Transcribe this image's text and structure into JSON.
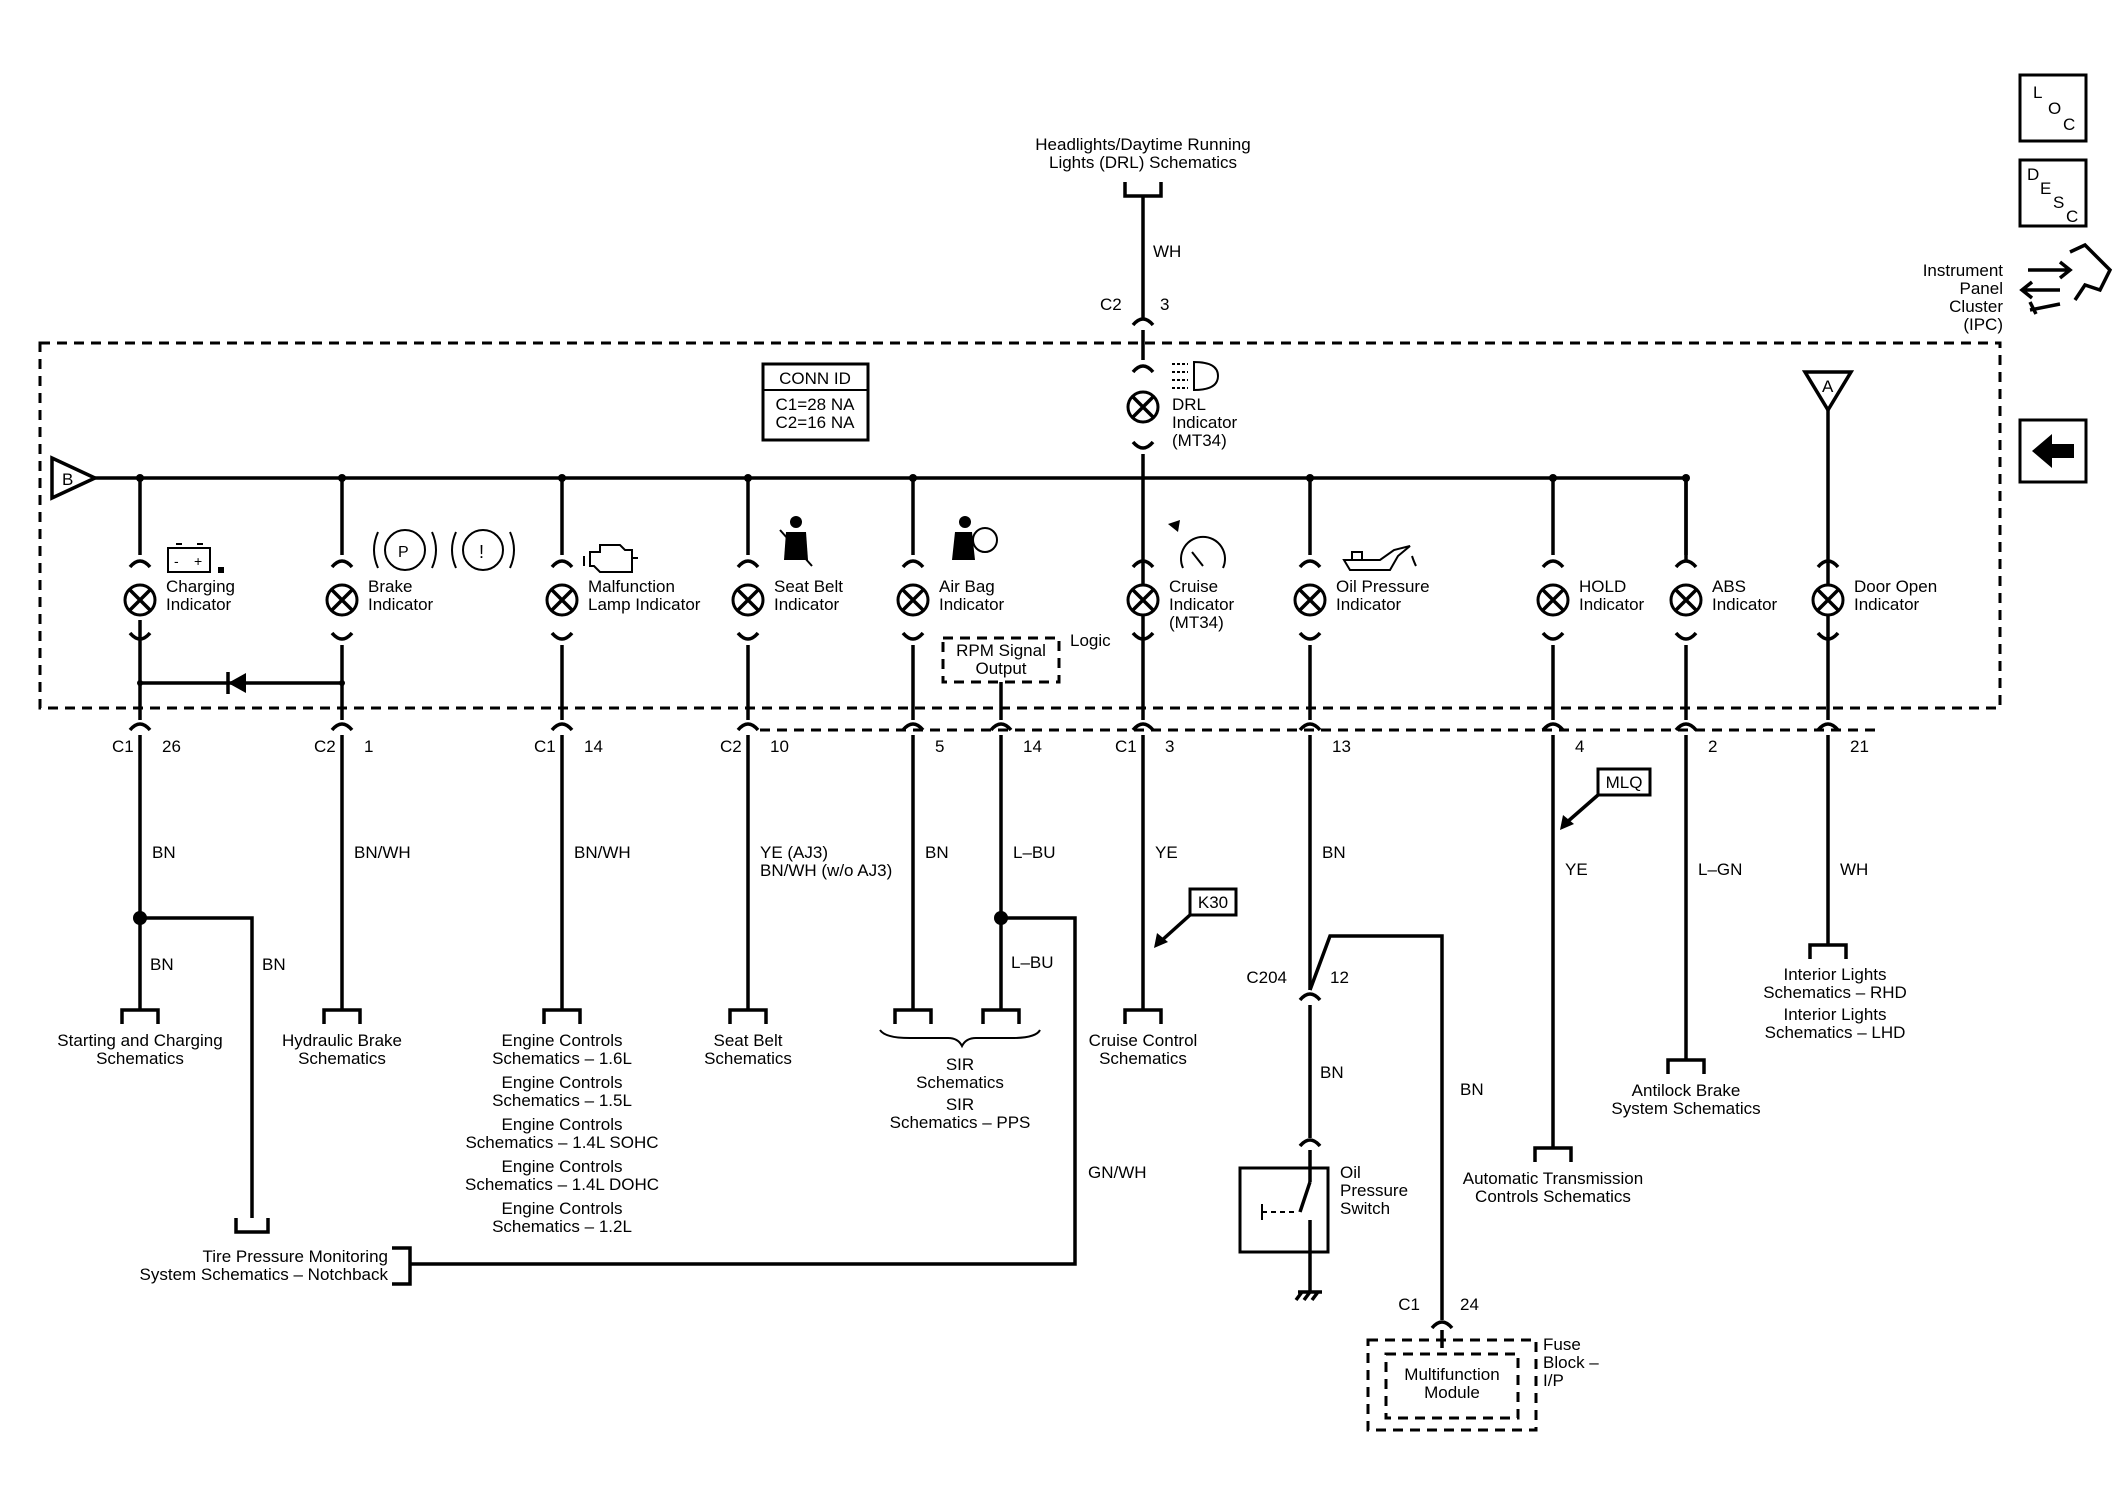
{
  "source": {
    "headlights": [
      "Headlights/Daytime Running",
      "Lights (DRL) Schematics"
    ],
    "wire": "WH",
    "conn": "C2",
    "pin": "3"
  },
  "legend": {
    "loc": [
      "L",
      "O",
      "C"
    ],
    "desc": [
      "D",
      "E",
      "S",
      "C"
    ],
    "ipc": [
      "Instrument",
      "Panel",
      "Cluster",
      "(IPC)"
    ]
  },
  "conn_id": {
    "title": "CONN ID",
    "lines": [
      "C1=28 NA",
      "C2=16 NA"
    ]
  },
  "markers": {
    "b": "B",
    "a": "A",
    "logic": "Logic",
    "rpm": [
      "RPM Signal",
      "Output"
    ]
  },
  "drl": {
    "label": [
      "DRL",
      "Indicator",
      "(MT34)"
    ]
  },
  "circuits": [
    {
      "label": [
        "Charging",
        "Indicator"
      ],
      "conn": "C1",
      "pin": "26",
      "wire": "BN"
    },
    {
      "label": [
        "Brake",
        "Indicator"
      ],
      "conn": "C2",
      "pin": "1",
      "wire": "BN/WH"
    },
    {
      "label": [
        "Malfunction",
        "Lamp Indicator"
      ],
      "conn": "C1",
      "pin": "14",
      "wire": "BN/WH"
    },
    {
      "label": [
        "Seat Belt",
        "Indicator"
      ],
      "conn": "C2",
      "pin": "10",
      "wire": [
        "YE (AJ3)",
        "BN/WH (w/o AJ3)"
      ]
    },
    {
      "label": [
        "Air Bag",
        "Indicator"
      ],
      "conn": "",
      "pin": "5",
      "wire": "BN"
    },
    {
      "label": [],
      "conn": "",
      "pin": "14",
      "wire": "L–BU"
    },
    {
      "label": [
        "Cruise",
        "Indicator",
        "(MT34)"
      ],
      "conn": "C1",
      "pin": "3",
      "wire": "YE"
    },
    {
      "label": [
        "Oil Pressure",
        "Indicator"
      ],
      "conn": "",
      "pin": "13",
      "wire": "BN"
    },
    {
      "label": [
        "HOLD",
        "Indicator"
      ],
      "conn": "",
      "pin": "4",
      "wire": "YE"
    },
    {
      "label": [
        "ABS",
        "Indicator"
      ],
      "conn": "",
      "pin": "2",
      "wire": "L–GN"
    },
    {
      "label": [
        "Door Open",
        "Indicator"
      ],
      "conn": "",
      "pin": "21",
      "wire": "WH"
    }
  ],
  "branches": {
    "charging_bn": "BN",
    "charging_bn2": "BN",
    "rpm_lbu": "L–BU",
    "gnwh": "GN/WH",
    "mlq": "MLQ",
    "k30": "K30"
  },
  "destinations": {
    "starting": [
      "Starting and Charging",
      "Schematics"
    ],
    "hydraulic": [
      "Hydraulic Brake",
      "Schematics"
    ],
    "engine": [
      "Engine Controls",
      "Schematics – 1.6L",
      "Engine Controls",
      "Schematics – 1.5L",
      "Engine Controls",
      "Schematics – 1.4L SOHC",
      "Engine Controls",
      "Schematics – 1.4L DOHC",
      "Engine Controls",
      "Schematics – 1.2L"
    ],
    "seatbelt": [
      "Seat Belt",
      "Schematics"
    ],
    "sir": [
      "SIR",
      "Schematics",
      "SIR",
      "Schematics – PPS"
    ],
    "cruise": [
      "Cruise Control",
      "Schematics"
    ],
    "tpms": [
      "Tire Pressure Monitoring",
      "System Schematics – Notchback"
    ],
    "interior": [
      "Interior Lights",
      "Schematics – RHD",
      "Interior Lights",
      "Schematics – LHD"
    ],
    "antilock": [
      "Antilock Brake",
      "System Schematics"
    ],
    "auto_trans": [
      "Automatic Transmission",
      "Controls Schematics"
    ]
  },
  "oil": {
    "c204": "C204",
    "pin": "12",
    "wire1": "BN",
    "wire2": "BN",
    "switch": [
      "Oil",
      "Pressure",
      "Switch"
    ]
  },
  "fuse": {
    "conn": "C1",
    "pin": "24",
    "module": [
      "Multifunction",
      "Module"
    ],
    "block": [
      "Fuse",
      "Block –",
      "I/P"
    ]
  }
}
